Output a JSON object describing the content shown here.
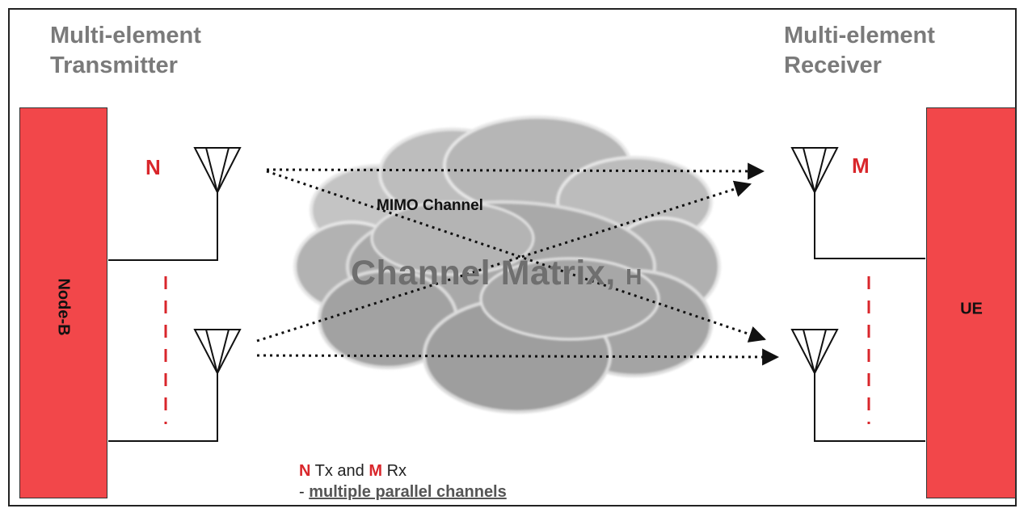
{
  "transmitter": {
    "heading_line1": "Multi-element",
    "heading_line2": "Transmitter",
    "block_label": "Node-B",
    "count_symbol": "N"
  },
  "receiver": {
    "heading_line1": "Multi-element",
    "heading_line2": "Receiver",
    "block_label": "UE",
    "count_symbol": "M"
  },
  "channel": {
    "title": "MIMO Channel",
    "matrix_text": "Channel Matrix,",
    "matrix_symbol": "H"
  },
  "legend": {
    "n": "N",
    "tx_text": " Tx and ",
    "m": "M",
    "rx_text": " Rx",
    "dash": "- ",
    "subtitle": "multiple parallel channels"
  },
  "colors": {
    "block": "#f2474a",
    "accent": "#d9262b",
    "cloud": "#a8a8a8"
  }
}
